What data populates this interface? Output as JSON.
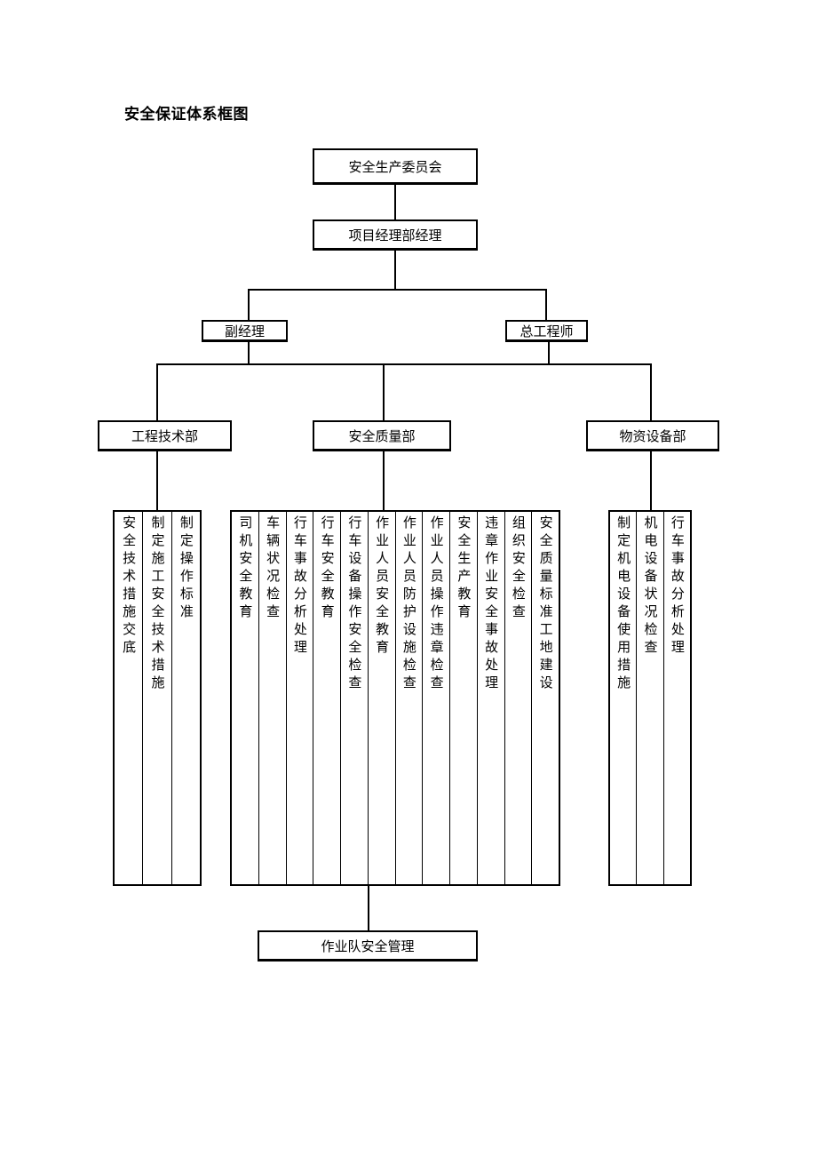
{
  "title": "安全保证体系框图",
  "nodes": {
    "committee": "安全生产委员会",
    "project_manager": "项目经理部经理",
    "deputy_manager": "副经理",
    "chief_engineer": "总工程师",
    "engineering_dept": "工程技术部",
    "safety_quality_dept": "安全质量部",
    "materials_dept": "物资设备部",
    "team_management": "作业队安全管理"
  },
  "engineering_tasks": [
    "安全技术措施交底",
    "制定施工安全技术措施",
    "制定操作标准"
  ],
  "safety_tasks": [
    "司机安全教育",
    "车辆状况检查",
    "行车事故分析处理",
    "行车安全教育",
    "行车设备操作安全检查",
    "作业人员安全教育",
    "作业人员防护设施检查",
    "作业人员操作违章检查",
    "安全生产教育",
    "违章作业安全事故处理",
    "组织安全检查",
    "安全质量标准工地建设"
  ],
  "materials_tasks": [
    "制定机电设备使用措施",
    "机电设备状况检查",
    "行车事故分析处理"
  ]
}
